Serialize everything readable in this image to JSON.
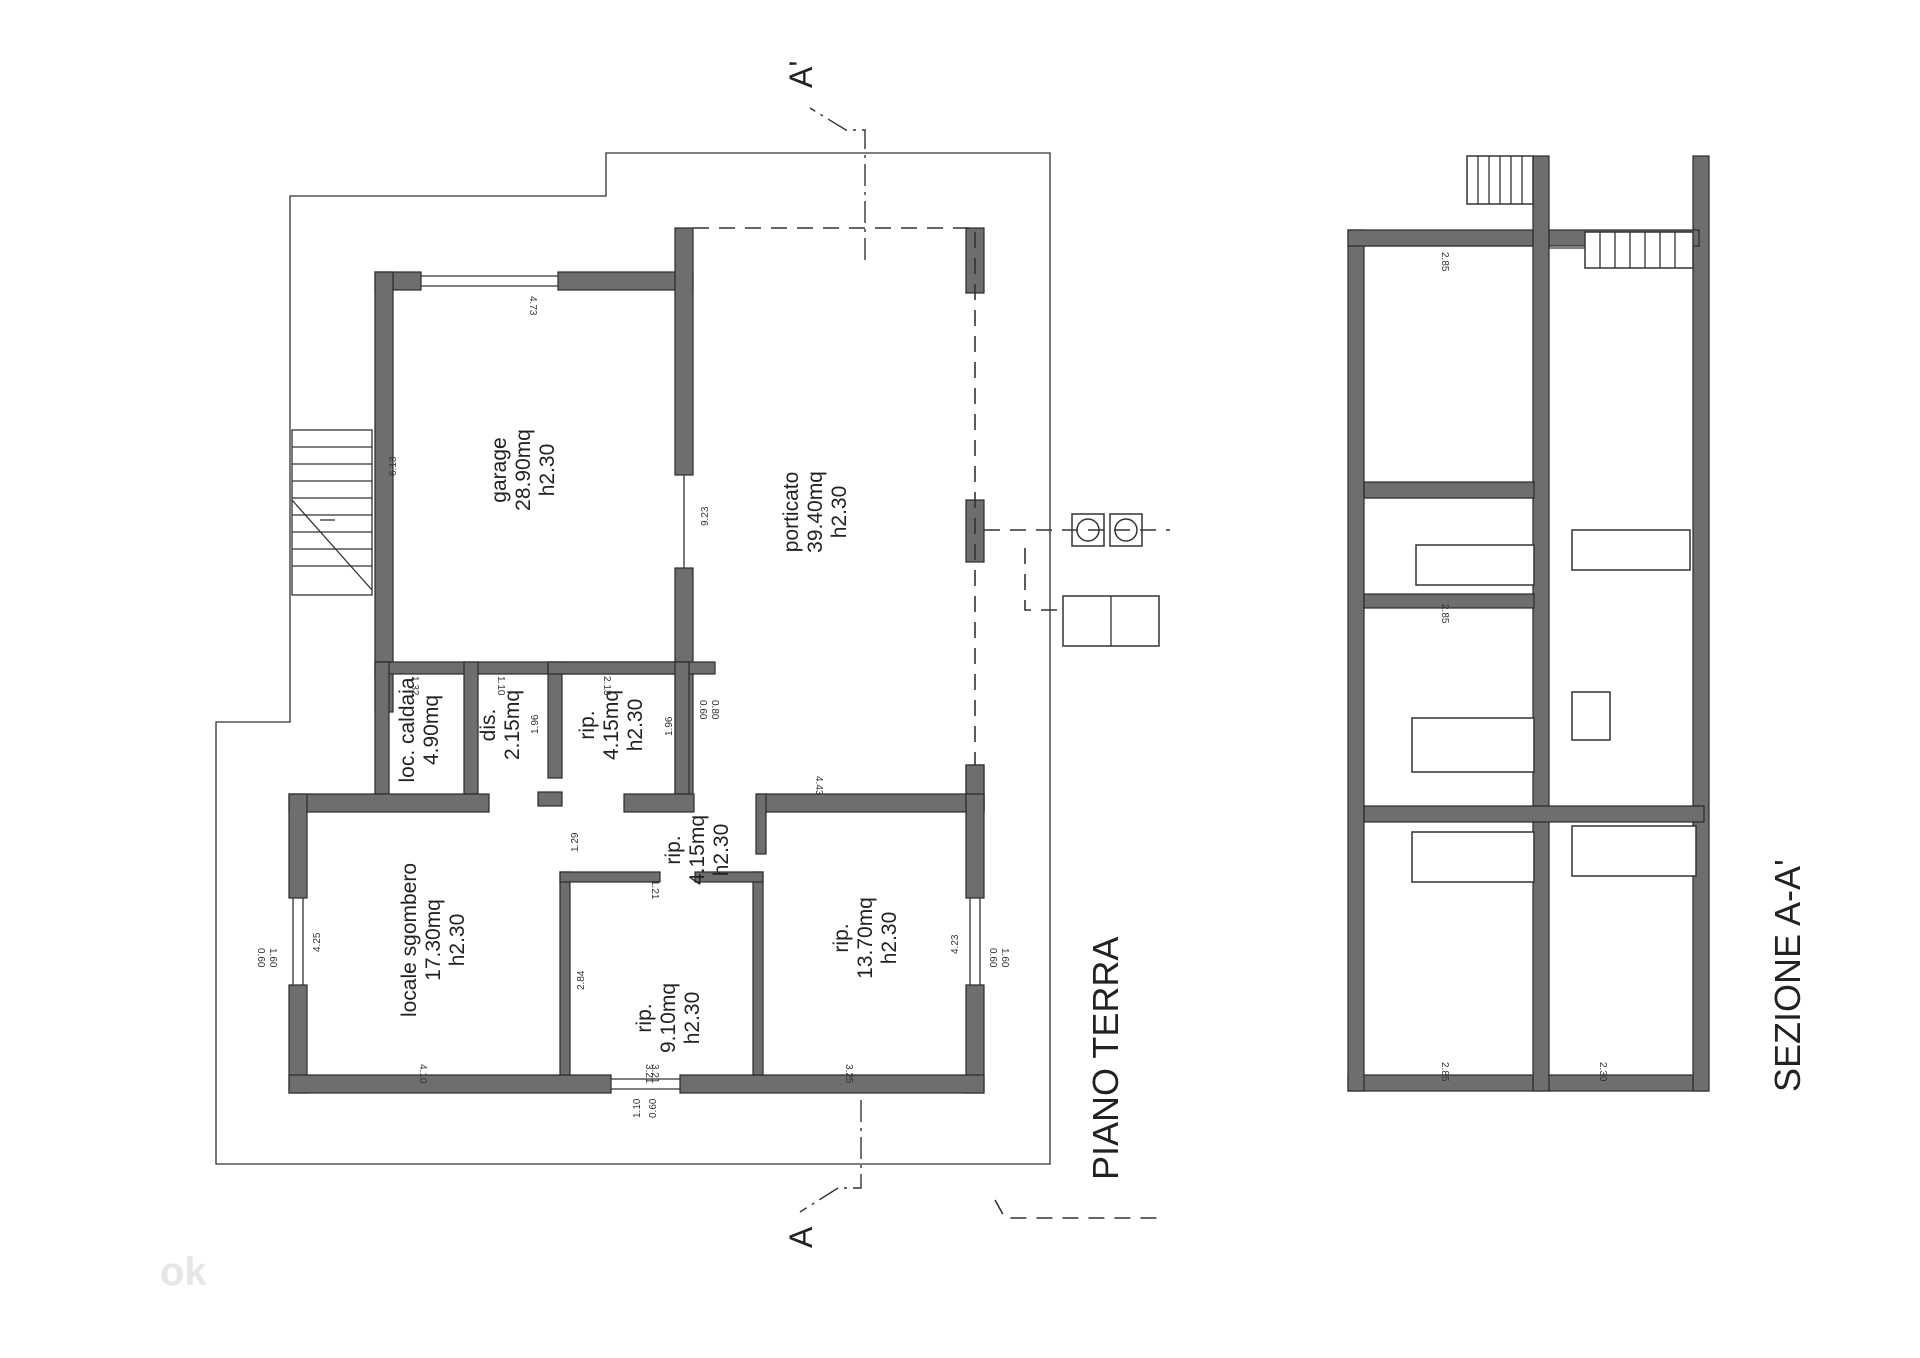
{
  "plan_title": "PIANO TERRA",
  "section_title": "SEZIONE A-A'",
  "section_marks": {
    "top": "A'",
    "bottom": "A"
  },
  "stamp_text": "ok",
  "rooms": {
    "garage": [
      "garage",
      "28.90mq",
      "h2.30"
    ],
    "porticato": [
      "porticato",
      "39.40mq",
      "h2.30"
    ],
    "caldaia": [
      "loc. caldaia",
      "4.90mq"
    ],
    "dis": [
      "dis.",
      "2.15mq"
    ],
    "rip1": [
      "rip.",
      "4.15mq",
      "h2.30"
    ],
    "rip2": [
      "rip.",
      "4.15mq",
      "h2.30"
    ],
    "sgombero": [
      "locale sgombero",
      "17.30mq",
      "h2.30"
    ],
    "rip3": [
      "rip.",
      "9.10mq",
      "h2.30"
    ],
    "rip4": [
      "rip.",
      "13.70mq",
      "h2.30"
    ]
  },
  "dims": {
    "d473": "4.73",
    "d613": "6.13",
    "d923": "9.23",
    "d132": "1.32",
    "d110": "1.10",
    "d196a": "1.96",
    "d213": "2.13",
    "d196b": "1.96",
    "d060a": "0.60",
    "d080": "0.80",
    "d443": "4.43",
    "d129": "1.29",
    "d121": "1.21",
    "d425": "4.25",
    "d060b": "0.60",
    "d160a": "1.60",
    "d423": "4.23",
    "d060c": "0.60",
    "d160b": "1.60",
    "d284": "2.84",
    "d410": "4.10",
    "d321a": "3.21",
    "d321b": "3.21",
    "d325": "3.25",
    "d110b": "1.10",
    "d060d": "0.60",
    "s285a": "2.85",
    "s285b": "2.85",
    "s285c": "2.85",
    "s230": "2.30"
  }
}
